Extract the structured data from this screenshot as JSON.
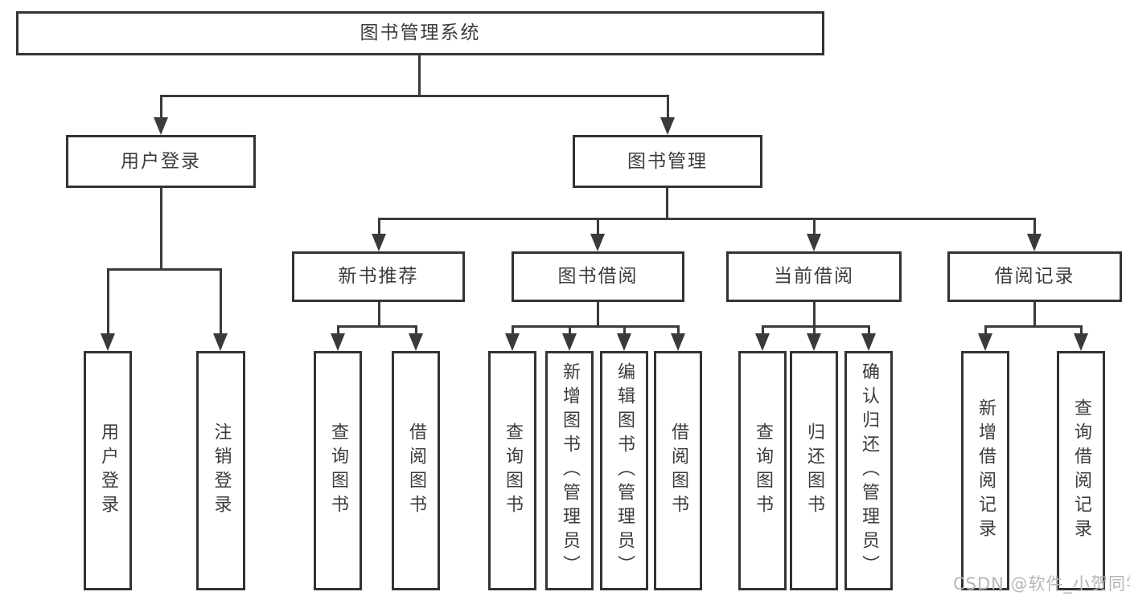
{
  "boxes": {
    "root": "图书管理系统",
    "l2_user_login": "用户登录",
    "l2_book_mgmt": "图书管理",
    "l3_new_book_rec": "新书推荐",
    "l3_book_borrow": "图书借阅",
    "l3_current_borrow": "当前借阅",
    "l3_borrow_record": "借阅记录",
    "leaf_user_login": "用户登录",
    "leaf_logout": "注销登录",
    "leaf_query_book_a": "查询图书",
    "leaf_borrow_book_a": "借阅图书",
    "leaf_query_book_b": "查询图书",
    "leaf_add_book_admin": "新增图书（管理员）",
    "leaf_edit_book_admin": "编辑图书（管理员）",
    "leaf_borrow_book_b": "借阅图书",
    "leaf_query_book_c": "查询图书",
    "leaf_return_book": "归还图书",
    "leaf_confirm_return_admin": "确认归还（管理员）",
    "leaf_add_borrow_record": "新增借阅记录",
    "leaf_query_borrow_record": "查询借阅记录"
  },
  "hierarchy": {
    "图书管理系统": {
      "用户登录": [
        "用户登录",
        "注销登录"
      ],
      "图书管理": {
        "新书推荐": [
          "查询图书",
          "借阅图书"
        ],
        "图书借阅": [
          "查询图书",
          "新增图书（管理员）",
          "编辑图书（管理员）",
          "借阅图书"
        ],
        "当前借阅": [
          "查询图书",
          "归还图书",
          "确认归还（管理员）"
        ],
        "借阅记录": [
          "新增借阅记录",
          "查询借阅记录"
        ]
      }
    }
  },
  "watermark": "CSDN @软件_小贺同学",
  "colors": {
    "line": "#3a3a3a",
    "box_border": "#333333",
    "text": "#3c3c3c",
    "watermark": "#b6b6b6",
    "background": "#ffffff"
  }
}
